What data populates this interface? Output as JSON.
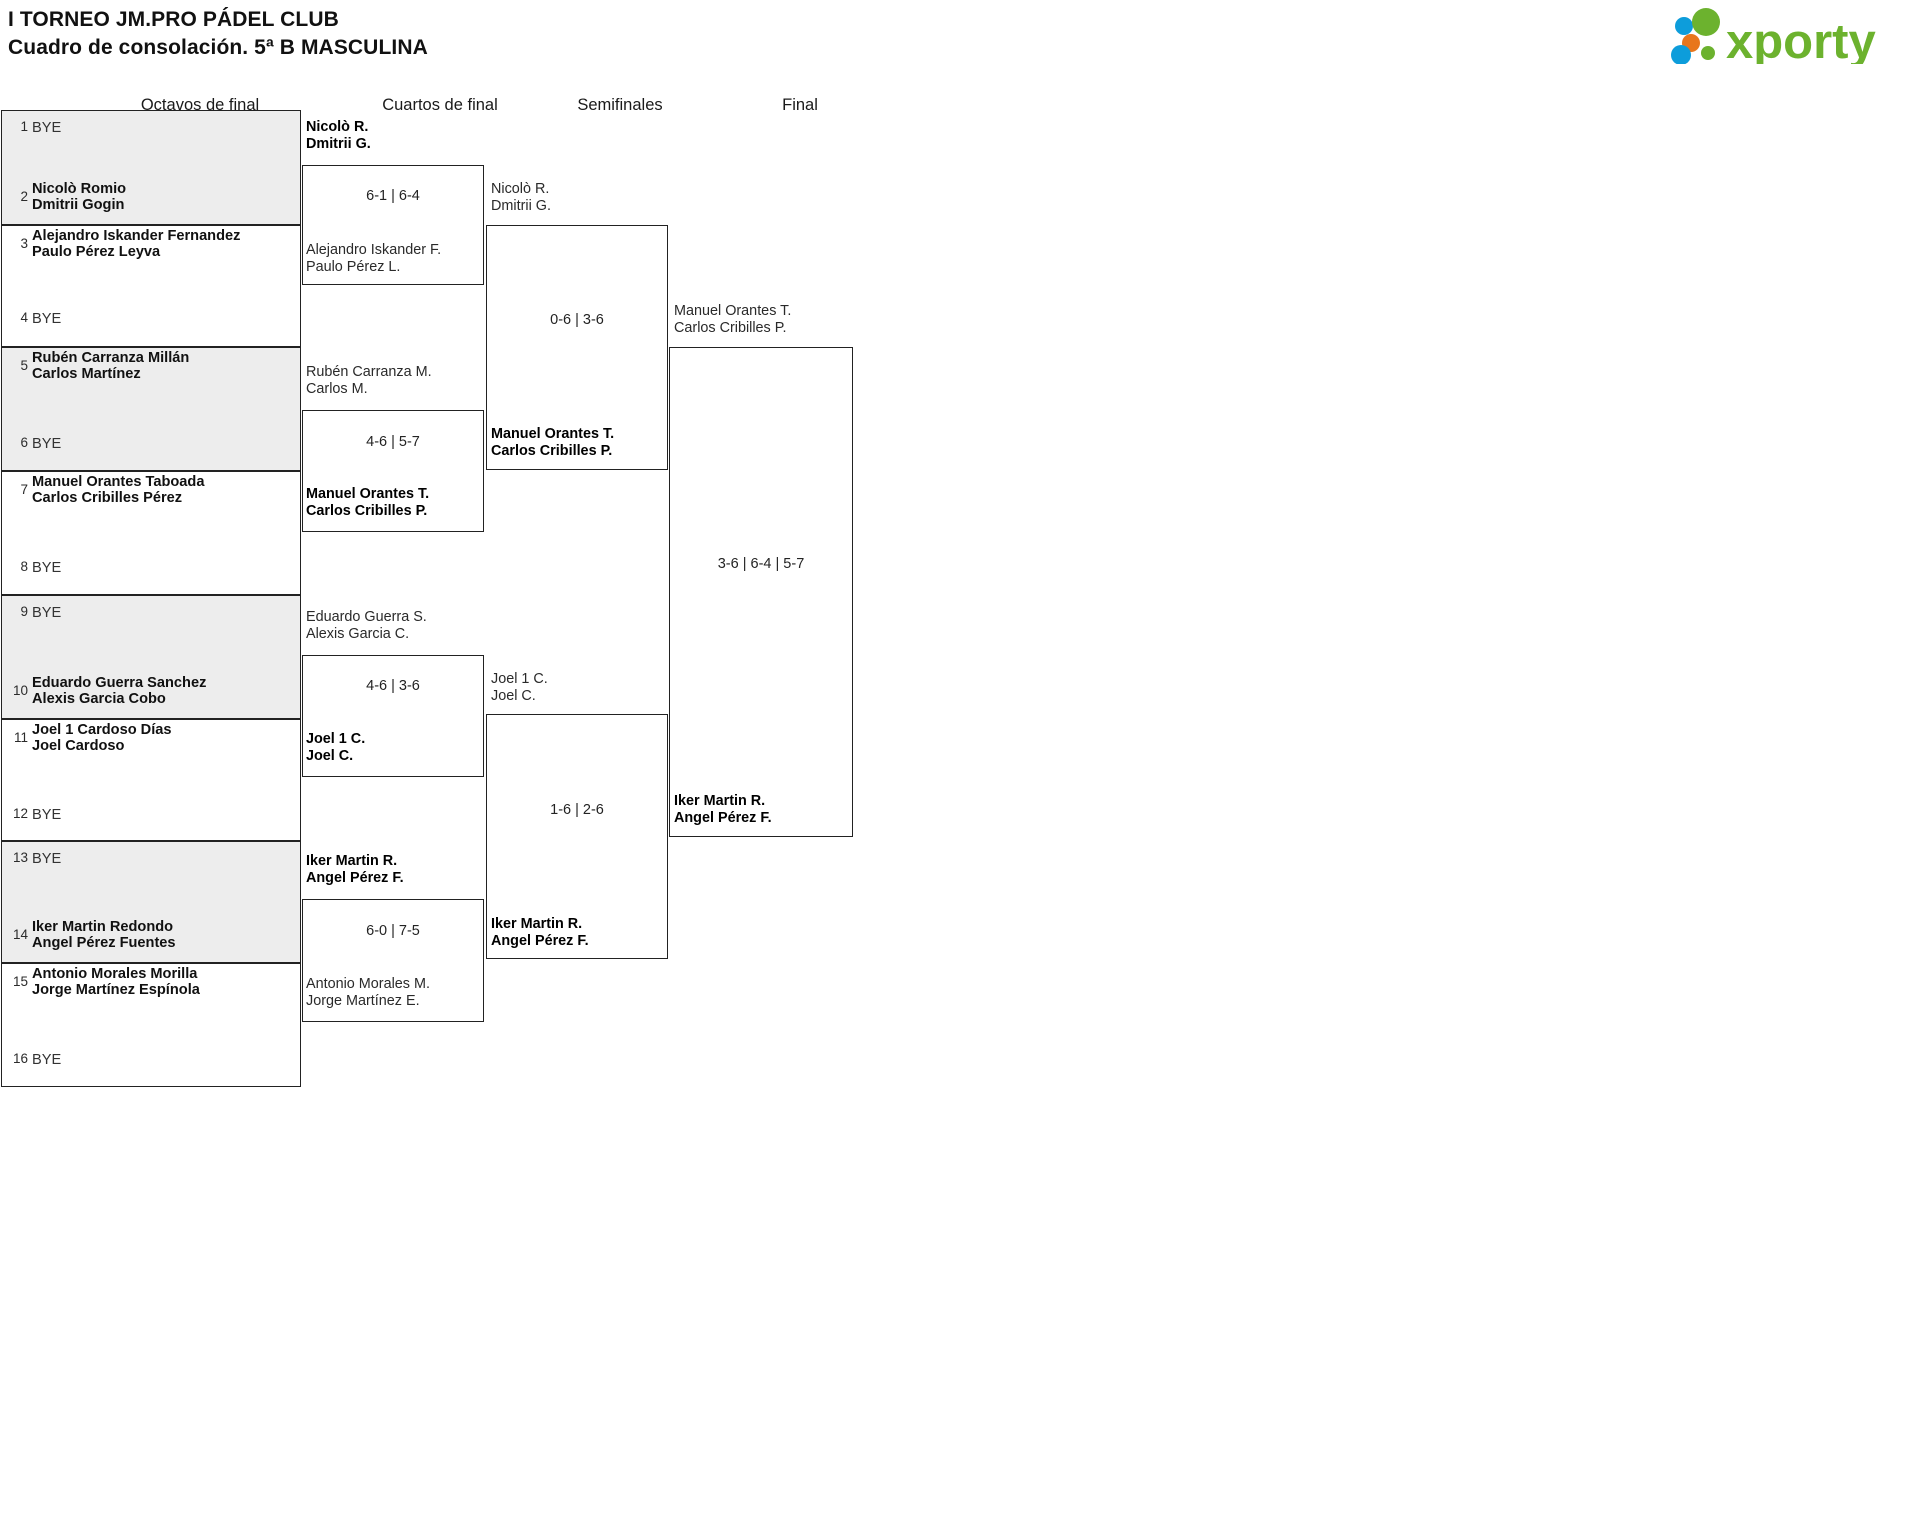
{
  "header": {
    "title_line1": "I TORNEO JM.PRO PÁDEL CLUB",
    "title_line2": "Cuadro de consolación. 5ª B MASCULINA",
    "brand": "xporty",
    "brand_colors": {
      "green": "#6cb22e",
      "blue": "#0d9ddb",
      "orange": "#e8761c"
    }
  },
  "rounds": [
    {
      "id": "octavos",
      "label": "Octavos de final"
    },
    {
      "id": "cuartos",
      "label": "Cuartos de final"
    },
    {
      "id": "semis",
      "label": "Semifinales"
    },
    {
      "id": "final",
      "label": "Final"
    }
  ],
  "seeds": [
    {
      "num": "1",
      "line1": "BYE",
      "line2": "",
      "bye": true,
      "winner": false
    },
    {
      "num": "2",
      "line1": "Nicolò Romio",
      "line2": "Dmitrii Gogin",
      "bye": false,
      "winner": true
    },
    {
      "num": "3",
      "line1": "Alejandro Iskander Fernandez",
      "line2": "Paulo Pérez Leyva",
      "bye": false,
      "winner": true
    },
    {
      "num": "4",
      "line1": "BYE",
      "line2": "",
      "bye": true,
      "winner": false
    },
    {
      "num": "5",
      "line1": "Rubén Carranza Millán",
      "line2": "Carlos Martínez",
      "bye": false,
      "winner": true
    },
    {
      "num": "6",
      "line1": "BYE",
      "line2": "",
      "bye": true,
      "winner": false
    },
    {
      "num": "7",
      "line1": "Manuel Orantes Taboada",
      "line2": "Carlos Cribilles Pérez",
      "bye": false,
      "winner": true
    },
    {
      "num": "8",
      "line1": "BYE",
      "line2": "",
      "bye": true,
      "winner": false
    },
    {
      "num": "9",
      "line1": "BYE",
      "line2": "",
      "bye": true,
      "winner": false
    },
    {
      "num": "10",
      "line1": "Eduardo Guerra Sanchez",
      "line2": "Alexis Garcia Cobo",
      "bye": false,
      "winner": true
    },
    {
      "num": "11",
      "line1": "Joel 1 Cardoso Días",
      "line2": "Joel Cardoso",
      "bye": false,
      "winner": true
    },
    {
      "num": "12",
      "line1": "BYE",
      "line2": "",
      "bye": true,
      "winner": false
    },
    {
      "num": "13",
      "line1": "BYE",
      "line2": "",
      "bye": true,
      "winner": false
    },
    {
      "num": "14",
      "line1": "Iker Martin Redondo",
      "line2": "Angel Pérez Fuentes",
      "bye": false,
      "winner": true
    },
    {
      "num": "15",
      "line1": "Antonio Morales Morilla",
      "line2": "Jorge Martínez Espínola",
      "bye": false,
      "winner": true
    },
    {
      "num": "16",
      "line1": "BYE",
      "line2": "",
      "bye": true,
      "winner": false
    }
  ],
  "cuartos": {
    "m1": {
      "top": {
        "line1": "Nicolò R.",
        "line2": "Dmitrii G.",
        "result": "winner"
      },
      "bottom": {
        "line1": "Alejandro Iskander F.",
        "line2": "Paulo Pérez L.",
        "result": "loser"
      },
      "score": "6-1 | 6-4"
    },
    "m2": {
      "top": {
        "line1": "Rubén Carranza M.",
        "line2": "Carlos M.",
        "result": "loser"
      },
      "bottom": {
        "line1": "Manuel Orantes T.",
        "line2": "Carlos Cribilles P.",
        "result": "winner"
      },
      "score": "4-6 | 5-7"
    },
    "m3": {
      "top": {
        "line1": "Eduardo Guerra S.",
        "line2": "Alexis Garcia C.",
        "result": "loser"
      },
      "bottom": {
        "line1": "Joel 1 C.",
        "line2": "Joel C.",
        "result": "winner"
      },
      "score": "4-6 | 3-6"
    },
    "m4": {
      "top": {
        "line1": "Iker Martin R.",
        "line2": "Angel Pérez F.",
        "result": "winner"
      },
      "bottom": {
        "line1": "Antonio Morales M.",
        "line2": "Jorge Martínez E.",
        "result": "loser"
      },
      "score": "6-0 | 7-5"
    }
  },
  "semis": {
    "m1": {
      "top": {
        "line1": "Nicolò R.",
        "line2": "Dmitrii G.",
        "result": "loser"
      },
      "bottom": {
        "line1": "Manuel Orantes T.",
        "line2": "Carlos Cribilles P.",
        "result": "winner"
      },
      "score": "0-6 | 3-6"
    },
    "m2": {
      "top": {
        "line1": "Joel 1 C.",
        "line2": "Joel C.",
        "result": "loser"
      },
      "bottom": {
        "line1": "Iker Martin R.",
        "line2": "Angel Pérez F.",
        "result": "winner"
      },
      "score": "1-6 | 2-6"
    }
  },
  "final": {
    "m1": {
      "top": {
        "line1": "Manuel Orantes T.",
        "line2": "Carlos Cribilles P.",
        "result": "loser"
      },
      "bottom": {
        "line1": "Iker Martin R.",
        "line2": "Angel Pérez F.",
        "result": "winner"
      },
      "score": "3-6 | 6-4 | 5-7"
    }
  }
}
